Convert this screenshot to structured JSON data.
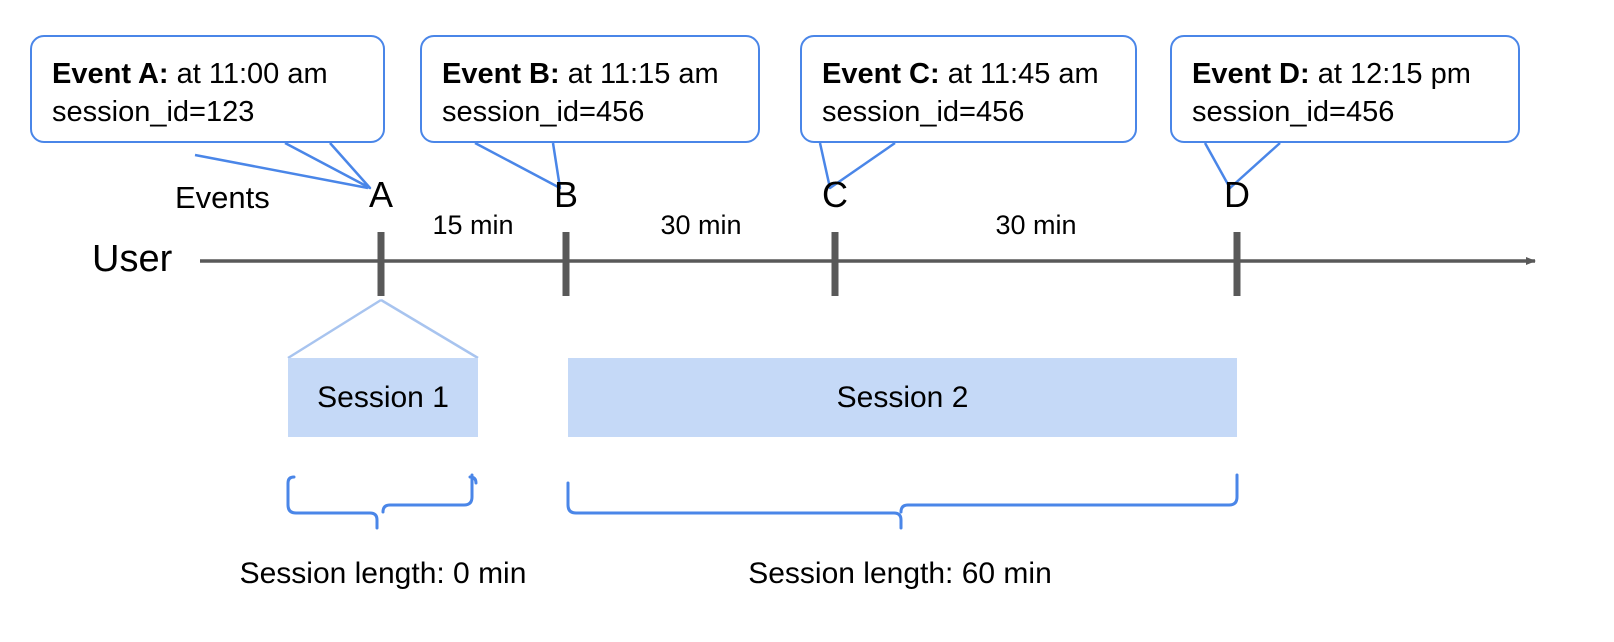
{
  "diagram": {
    "title_row_labels": {
      "events": "Events",
      "user": "User"
    },
    "callouts": [
      {
        "id": "A",
        "bold": "Event A:",
        "time": " at 11:00 am",
        "session": "session_id=123"
      },
      {
        "id": "B",
        "bold": "Event B:",
        "time": " at 11:15 am",
        "session": "session_id=456"
      },
      {
        "id": "C",
        "bold": "Event C:",
        "time": " at 11:45 am",
        "session": "session_id=456"
      },
      {
        "id": "D",
        "bold": "Event D:",
        "time": " at 12:15 pm",
        "session": "session_id=456"
      }
    ],
    "event_markers": [
      {
        "letter": "A"
      },
      {
        "letter": "B"
      },
      {
        "letter": "C"
      },
      {
        "letter": "D"
      }
    ],
    "intervals": [
      {
        "label": "15 min"
      },
      {
        "label": "30 min"
      },
      {
        "label": "30 min"
      }
    ],
    "sessions": [
      {
        "name": "Session 1",
        "length_label": "Session length: 0 min"
      },
      {
        "name": "Session 2",
        "length_label": "Session length: 60 min"
      }
    ],
    "colors": {
      "callout_border": "#4a86e8",
      "session_fill": "#c5d9f7",
      "axis": "#595959",
      "brace": "#4a86e8",
      "connector": "#a8c4ef"
    }
  }
}
